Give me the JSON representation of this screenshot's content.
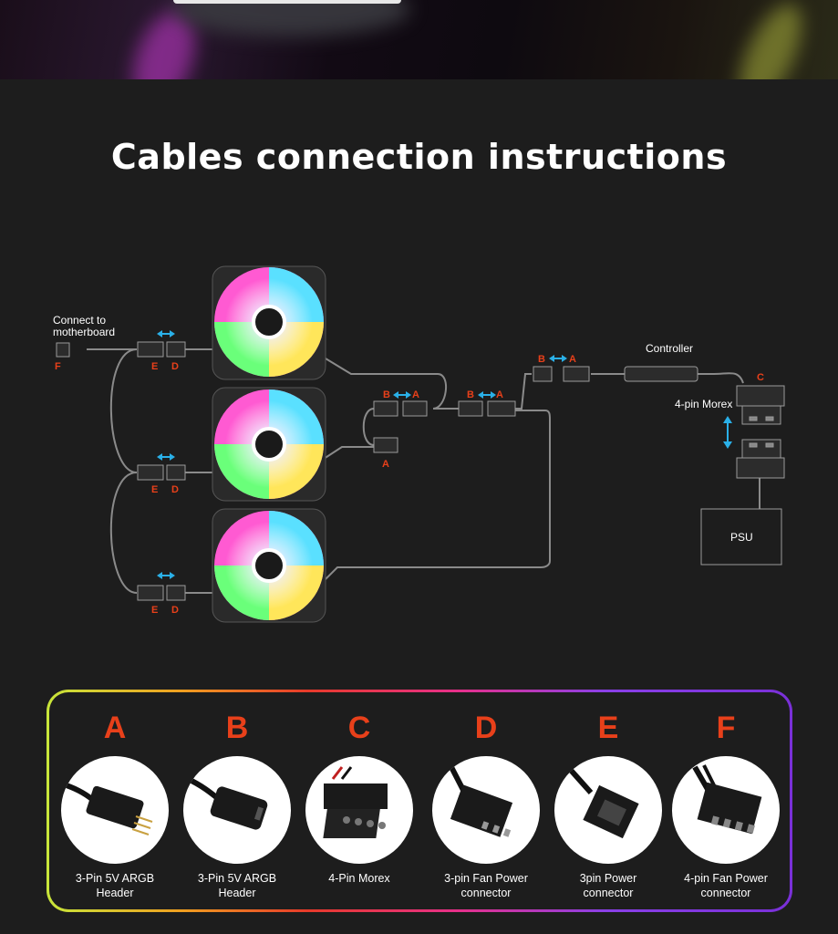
{
  "page": {
    "title": "Cables connection instructions"
  },
  "diagram": {
    "motherboard_label_line1": "Connect to",
    "motherboard_label_line2": "motherboard",
    "controller_label": "Controller",
    "morex_label": "4-pin Morex",
    "psu_label": "PSU",
    "connector_letters": {
      "F": "F",
      "E": "E",
      "D": "D",
      "A": "A",
      "B": "B",
      "C": "C"
    },
    "colors": {
      "connector_letter": "#e8401a",
      "arrow": "#2ab0e8",
      "cable": "#8a8a8a"
    }
  },
  "legend": {
    "items": [
      {
        "letter": "A",
        "caption_line1": "3-Pin 5V ARGB",
        "caption_line2": "Header",
        "icon": "argb-3pin-header-icon"
      },
      {
        "letter": "B",
        "caption_line1": "3-Pin 5V ARGB",
        "caption_line2": "Header",
        "icon": "argb-3pin-socket-icon"
      },
      {
        "letter": "C",
        "caption_line1": "4-Pin Morex",
        "caption_line2": "",
        "icon": "molex-4pin-icon"
      },
      {
        "letter": "D",
        "caption_line1": "3-pin Fan Power",
        "caption_line2": "connector",
        "icon": "fan-3pin-connector-icon"
      },
      {
        "letter": "E",
        "caption_line1": "3pin Power",
        "caption_line2": "connector",
        "icon": "power-3pin-connector-icon"
      },
      {
        "letter": "F",
        "caption_line1": "4-pin Fan Power",
        "caption_line2": "connector",
        "icon": "fan-4pin-connector-icon"
      }
    ],
    "border_gradient": [
      "#c8e63a",
      "#f0a020",
      "#e83a2a",
      "#e8308a",
      "#8a40e8"
    ]
  }
}
